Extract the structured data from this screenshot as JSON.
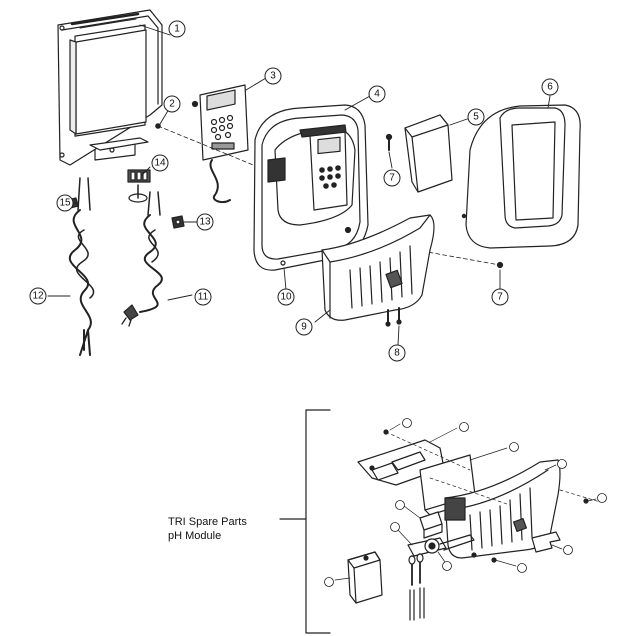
{
  "exploded_view": {
    "callouts": [
      "1",
      "2",
      "3",
      "4",
      "5",
      "6",
      "7",
      "7",
      "8",
      "9",
      "10",
      "11",
      "12",
      "13",
      "14",
      "15"
    ]
  },
  "ph_module": {
    "label_line1": "TRI Spare Parts",
    "label_line2": "pH Module"
  }
}
